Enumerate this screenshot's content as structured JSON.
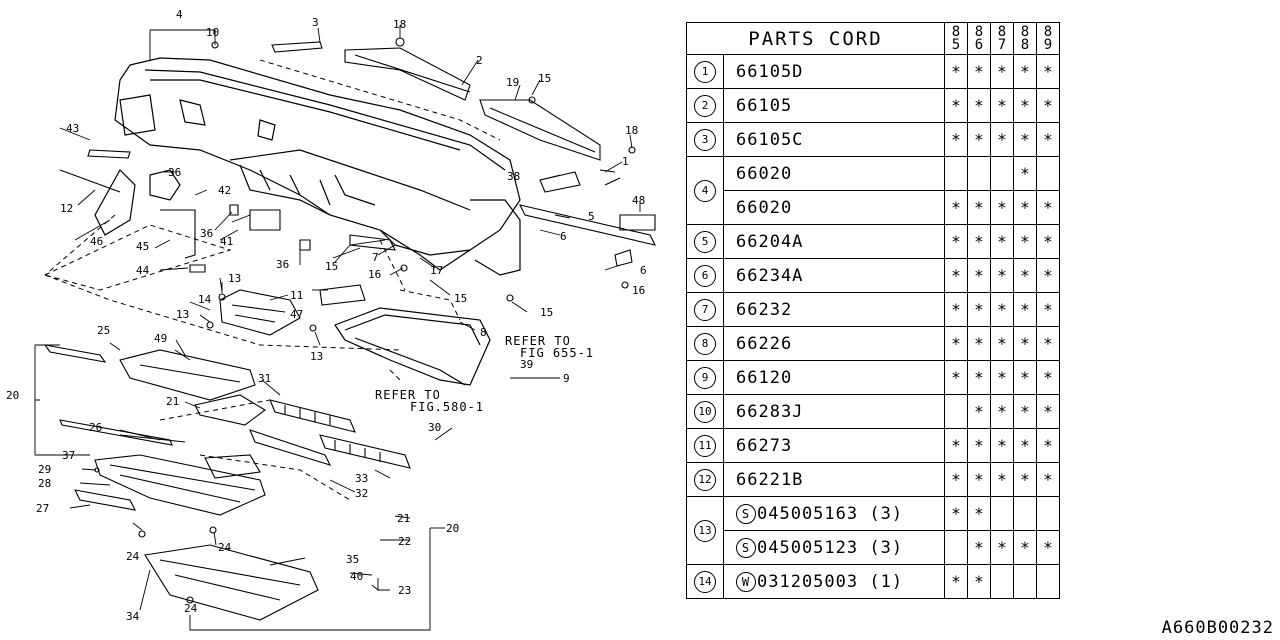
{
  "table": {
    "header_title": "PARTS CORD",
    "years": [
      "85",
      "86",
      "87",
      "88",
      "89"
    ],
    "rows": [
      {
        "ref": "1",
        "code": "66105D",
        "marks": [
          "*",
          "*",
          "*",
          "*",
          "*"
        ]
      },
      {
        "ref": "2",
        "code": "66105",
        "marks": [
          "*",
          "*",
          "*",
          "*",
          "*"
        ]
      },
      {
        "ref": "3",
        "code": "66105C",
        "marks": [
          "*",
          "*",
          "*",
          "*",
          "*"
        ]
      },
      {
        "ref": "4",
        "code": "66020",
        "marks": [
          "",
          "",
          "",
          "*",
          ""
        ]
      },
      {
        "ref": "4",
        "code": "66020",
        "marks": [
          "*",
          "*",
          "*",
          "*",
          "*"
        ]
      },
      {
        "ref": "5",
        "code": "66204A",
        "marks": [
          "*",
          "*",
          "*",
          "*",
          "*"
        ]
      },
      {
        "ref": "6",
        "code": "66234A",
        "marks": [
          "*",
          "*",
          "*",
          "*",
          "*"
        ]
      },
      {
        "ref": "7",
        "code": "66232",
        "marks": [
          "*",
          "*",
          "*",
          "*",
          "*"
        ]
      },
      {
        "ref": "8",
        "code": "66226",
        "marks": [
          "*",
          "*",
          "*",
          "*",
          "*"
        ]
      },
      {
        "ref": "9",
        "code": "66120",
        "marks": [
          "*",
          "*",
          "*",
          "*",
          "*"
        ]
      },
      {
        "ref": "10",
        "code": "66283J",
        "marks": [
          "",
          "*",
          "*",
          "*",
          "*"
        ]
      },
      {
        "ref": "11",
        "code": "66273",
        "marks": [
          "*",
          "*",
          "*",
          "*",
          "*"
        ]
      },
      {
        "ref": "12",
        "code": "66221B",
        "marks": [
          "*",
          "*",
          "*",
          "*",
          "*"
        ]
      },
      {
        "ref": "13",
        "symbol": "S",
        "code": "045005163 (3)",
        "marks": [
          "*",
          "*",
          "",
          "",
          ""
        ]
      },
      {
        "ref": "13",
        "symbol": "S",
        "code": "045005123 (3)",
        "marks": [
          "",
          "*",
          "*",
          "*",
          "*"
        ]
      },
      {
        "ref": "14",
        "symbol": "W",
        "code": "031205003 (1)",
        "marks": [
          "*",
          "*",
          "",
          "",
          ""
        ]
      }
    ]
  },
  "callouts": [
    "1",
    "2",
    "3",
    "4",
    "5",
    "6",
    "6",
    "7",
    "8",
    "9",
    "10",
    "11",
    "12",
    "13",
    "13",
    "13",
    "14",
    "15",
    "15",
    "15",
    "15",
    "16",
    "16",
    "17",
    "18",
    "18",
    "19",
    "20",
    "20",
    "21",
    "21",
    "22",
    "23",
    "24",
    "24",
    "24",
    "25",
    "26",
    "27",
    "28",
    "29",
    "30",
    "31",
    "32",
    "33",
    "34",
    "35",
    "36",
    "36",
    "36",
    "37",
    "38",
    "39",
    "40",
    "41",
    "42",
    "43",
    "44",
    "45",
    "46",
    "47",
    "48",
    "49"
  ],
  "refer_notes": [
    "REFER TO",
    "FIG 655-1",
    "REFER TO",
    "FIG.580-1"
  ],
  "footer_code": "A660B00232"
}
